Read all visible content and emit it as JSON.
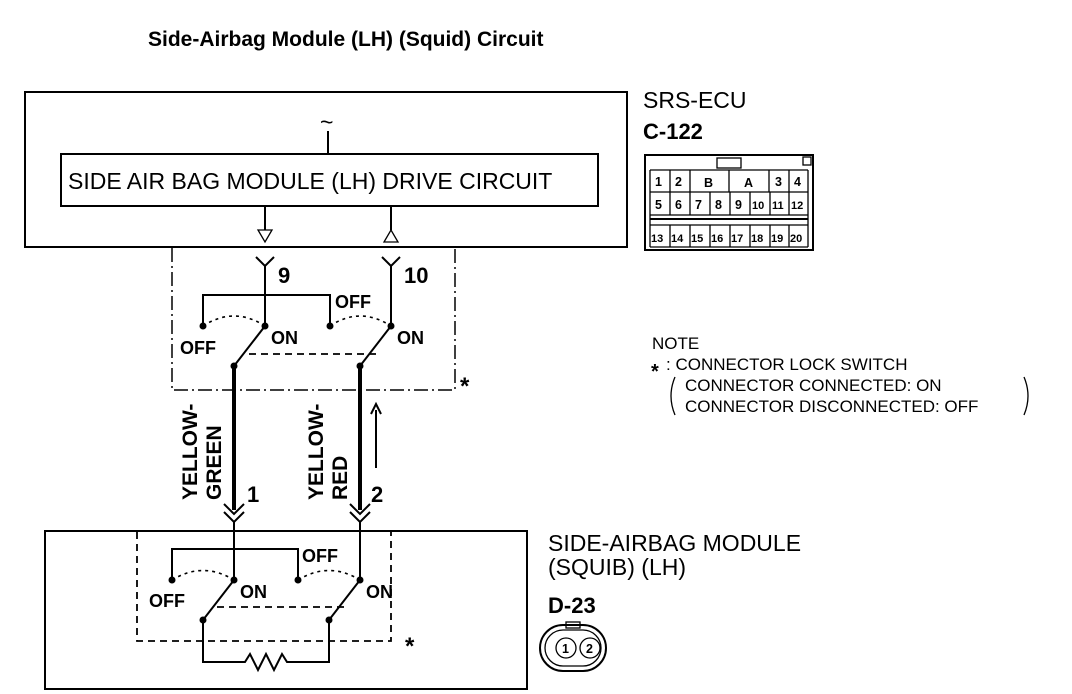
{
  "title": "Side-Airbag Module (LH) (Squid) Circuit",
  "srs_ecu": {
    "name": "SRS-ECU",
    "connector_code": "C-122",
    "tilde": "~",
    "drive_circuit_label": "SIDE AIR BAG MODULE (LH) DRIVE CIRCUIT",
    "terminal_left": "9",
    "terminal_right": "10",
    "connector_pins_row1": [
      "1",
      "2",
      "B",
      "A",
      "3",
      "4"
    ],
    "connector_pins_row2": [
      "5",
      "6",
      "7",
      "8",
      "9",
      "10",
      "11",
      "12"
    ],
    "connector_pins_row3": [
      "13",
      "14",
      "15",
      "16",
      "17",
      "18",
      "19",
      "20"
    ]
  },
  "switch_labels": {
    "off": "OFF",
    "on": "ON",
    "lock_marker": "*"
  },
  "wires": [
    {
      "color_line1": "YELLOW-",
      "color_line2": "GREEN",
      "pin": "1"
    },
    {
      "color_line1": "YELLOW-",
      "color_line2": "RED",
      "pin": "2"
    }
  ],
  "note": {
    "heading": "NOTE",
    "marker": "*",
    "line1": ": CONNECTOR LOCK SWITCH",
    "line2": "CONNECTOR CONNECTED: ON",
    "line3": "CONNECTOR DISCONNECTED: OFF"
  },
  "airbag_module": {
    "name_line1": "SIDE-AIRBAG MODULE",
    "name_line2": "(SQUIB) (LH)",
    "connector_code": "D-23",
    "pins": [
      "1",
      "2"
    ]
  }
}
